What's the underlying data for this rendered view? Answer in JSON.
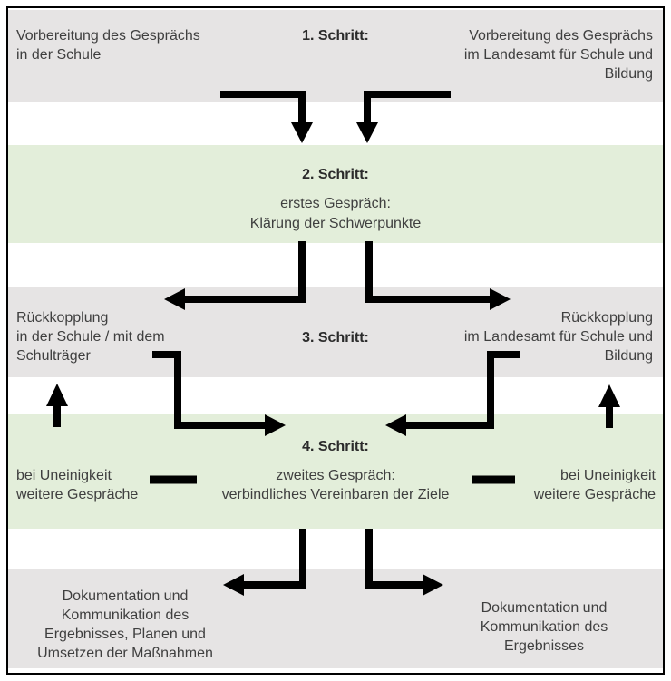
{
  "colors": {
    "gray_band": "#e6e4e4",
    "green_band": "#e3eeda",
    "arrow": "#000000",
    "frame": "#000000",
    "text": "#3f3f3f"
  },
  "icons": {
    "down_elbow_arrows": "elbow-arrow-down",
    "outward_elbow_arrows": "elbow-arrow-outward",
    "inward_z_arrows": "z-arrow-inward",
    "up_arrows": "straight-arrow-up",
    "dashes": "thick-dash"
  },
  "step1": {
    "label": "1. Schritt:",
    "left": "Vorbereitung des Gesprächs\nin der Schule",
    "right": "Vorbereitung des Gesprächs\nim Landesamt für Schule und\nBildung"
  },
  "step2": {
    "label": "2. Schritt:",
    "body": "erstes Gespräch:\nKlärung der Schwerpunkte"
  },
  "step3": {
    "label": "3. Schritt:",
    "left": "Rückkopplung\nin der Schule / mit dem\nSchulträger",
    "right": "Rückkopplung\nim Landesamt für Schule und\nBildung"
  },
  "step4": {
    "label": "4. Schritt:",
    "body": "zweites Gespräch:\nverbindliches Vereinbaren der Ziele",
    "left_note": "bei Uneinigkeit\nweitere Gespräche",
    "right_note": "bei Uneinigkeit\nweitere Gespräche"
  },
  "outcome": {
    "left": "Dokumentation und\nKommunikation des\nErgebnisses, Planen und\nUmsetzen der Maßnahmen",
    "right": "Dokumentation und\nKommunikation des\nErgebnisses"
  }
}
